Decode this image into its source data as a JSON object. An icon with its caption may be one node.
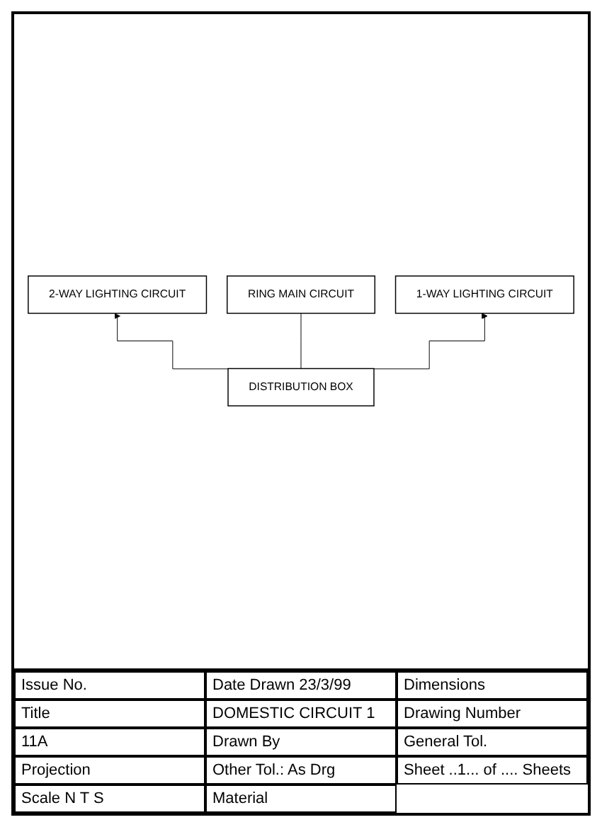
{
  "diagram": {
    "nodes": [
      {
        "text": [
          "2-WAY LIGHTING CIRCUIT"
        ]
      },
      {
        "text": [
          "RING MAIN CIRCUIT"
        ]
      },
      {
        "text": [
          "1-WAY LIGHTING CIRCUIT"
        ]
      },
      {
        "text": [
          "DISTRIBUTION BOX"
        ]
      }
    ],
    "edges": [
      {
        "from": 3,
        "to": 0,
        "arrow": "to"
      },
      {
        "from": 3,
        "to": 1,
        "arrow": "none"
      },
      {
        "from": 3,
        "to": 2,
        "arrow": "to"
      }
    ],
    "labels": [
      "Issue No.",
      "Date Drawn 23/3/99",
      "Dimensions",
      "Title",
      "DOMESTIC CIRCUIT 1",
      "Drawing Number",
      "11A",
      "Drawn By",
      "General Tol.",
      "Projection",
      "Other Tol.: As Drg",
      "Sheet ..1... of .... Sheets",
      "Scale N T S",
      "Material"
    ]
  }
}
